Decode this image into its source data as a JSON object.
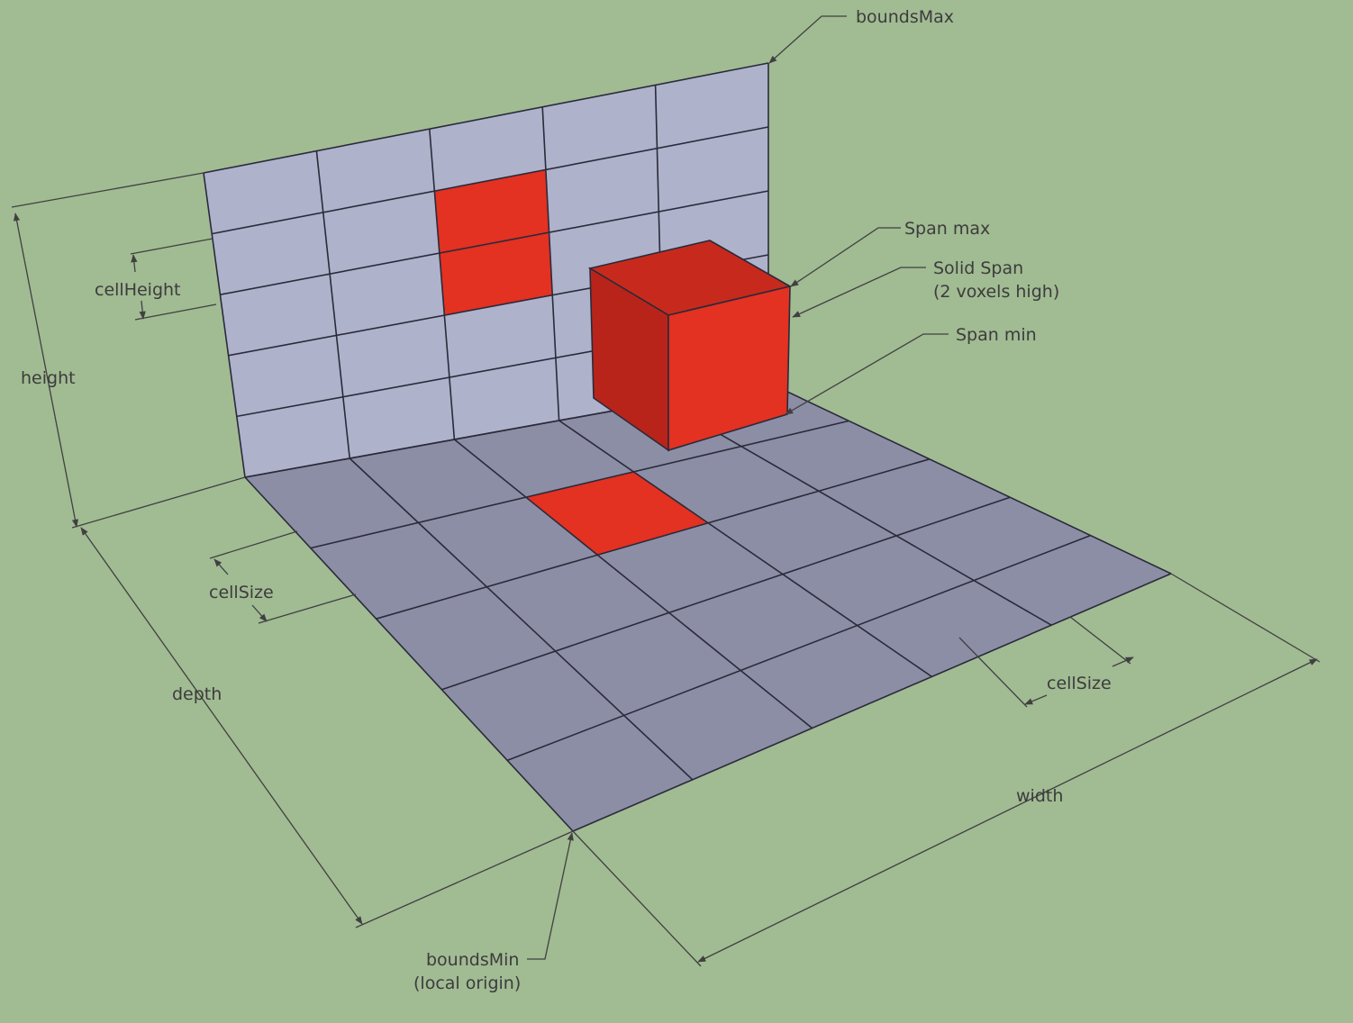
{
  "colors": {
    "background": "#a1bb93",
    "wall": "#aeb2cb",
    "floor": "#8c8ea6",
    "solid": "#e33122",
    "solid_top": "#c72a1d",
    "solid_left": "#b8241a",
    "line": "#2a2a3a"
  },
  "wall": {
    "columns": 5,
    "rows": 5,
    "highlighted_cells": [
      [
        2,
        1
      ],
      [
        2,
        2
      ]
    ]
  },
  "floor": {
    "columns": 5,
    "rows": 5,
    "highlighted_cells": [
      [
        2,
        1
      ]
    ]
  },
  "labels": {
    "bounds_max": "boundsMax",
    "span_max": "Span max",
    "solid_span_line1": "Solid Span",
    "solid_span_line2": "(2 voxels high)",
    "span_min": "Span min",
    "cell_height": "cellHeight",
    "height": "height",
    "cell_size_left": "cellSize",
    "depth": "depth",
    "cell_size_right": "cellSize",
    "width": "width",
    "bounds_min_line1": "boundsMin",
    "bounds_min_line2": "(local origin)"
  }
}
